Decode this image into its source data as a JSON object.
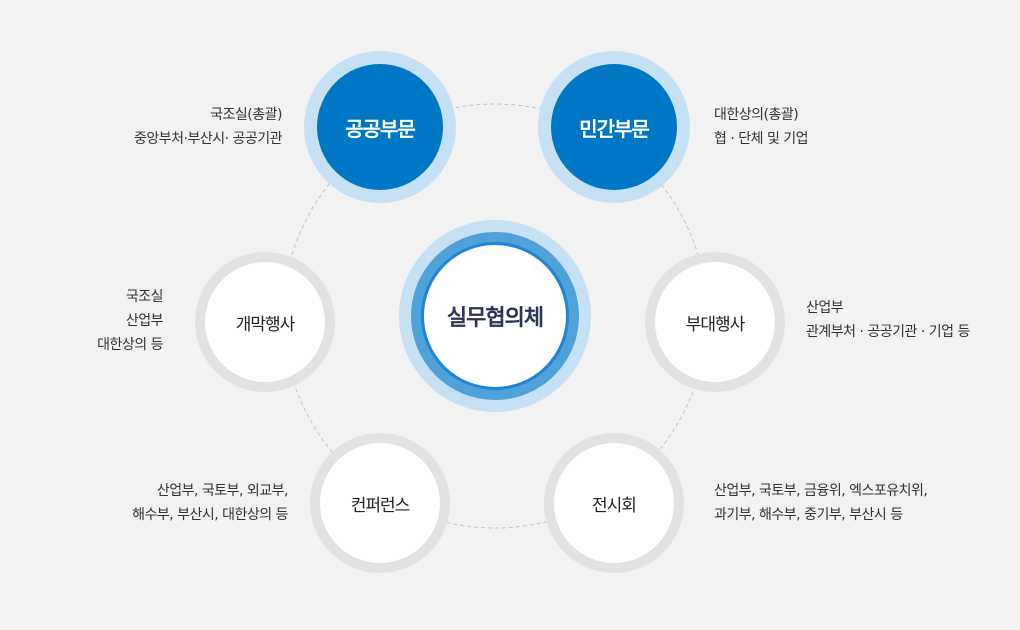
{
  "center": {
    "label": "실무협의체"
  },
  "nodes": {
    "public": {
      "label": "공공부문",
      "desc": [
        "국조실(총괄)",
        "중앙부처·부산시· 공공기관"
      ]
    },
    "private": {
      "label": "민간부문",
      "desc": [
        "대한상의(총괄)",
        "협 · 단체 및 기업"
      ]
    },
    "opening": {
      "label": "개막행사",
      "desc": [
        "국조실",
        "산업부",
        "대한상의 등"
      ]
    },
    "side": {
      "label": "부대행사",
      "desc": [
        "산업부",
        "관계부처 · 공공기관 · 기업 등"
      ]
    },
    "conference": {
      "label": "컨퍼런스",
      "desc": [
        "산업부, 국토부, 외교부,",
        "해수부, 부산시, 대한상의 등"
      ]
    },
    "exhibition": {
      "label": "전시회",
      "desc": [
        "산업부, 국토부, 금융위, 엑스포유치위,",
        "과기부, 해수부, 중기부, 부산시 등"
      ]
    }
  },
  "colors": {
    "primary": "#0077c4",
    "halo": "#c7e1f4",
    "ring": "#4fa1d9",
    "gray": "#e2e2e2",
    "bg": "#f2f2f2",
    "center_text": "#2a3556"
  }
}
